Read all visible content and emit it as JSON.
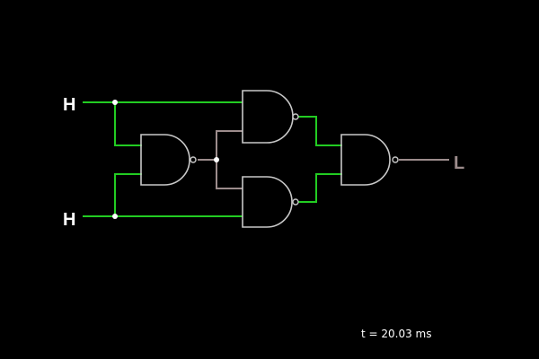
{
  "circuit": {
    "inputs": [
      {
        "id": "in-a",
        "state": "H"
      },
      {
        "id": "in-b",
        "state": "H"
      }
    ],
    "output": {
      "id": "out",
      "state": "L"
    },
    "time_label": "t = 20.03 ms",
    "gates": [
      "NAND",
      "NAND",
      "NAND",
      "NAND"
    ]
  },
  "colors": {
    "background": "#000000",
    "wire_high": "#22cc22",
    "wire_low": "#9c8c8c",
    "gate_stroke": "#c8c8c8",
    "label_text": "#ffffff",
    "time_text": "#ffffff"
  }
}
